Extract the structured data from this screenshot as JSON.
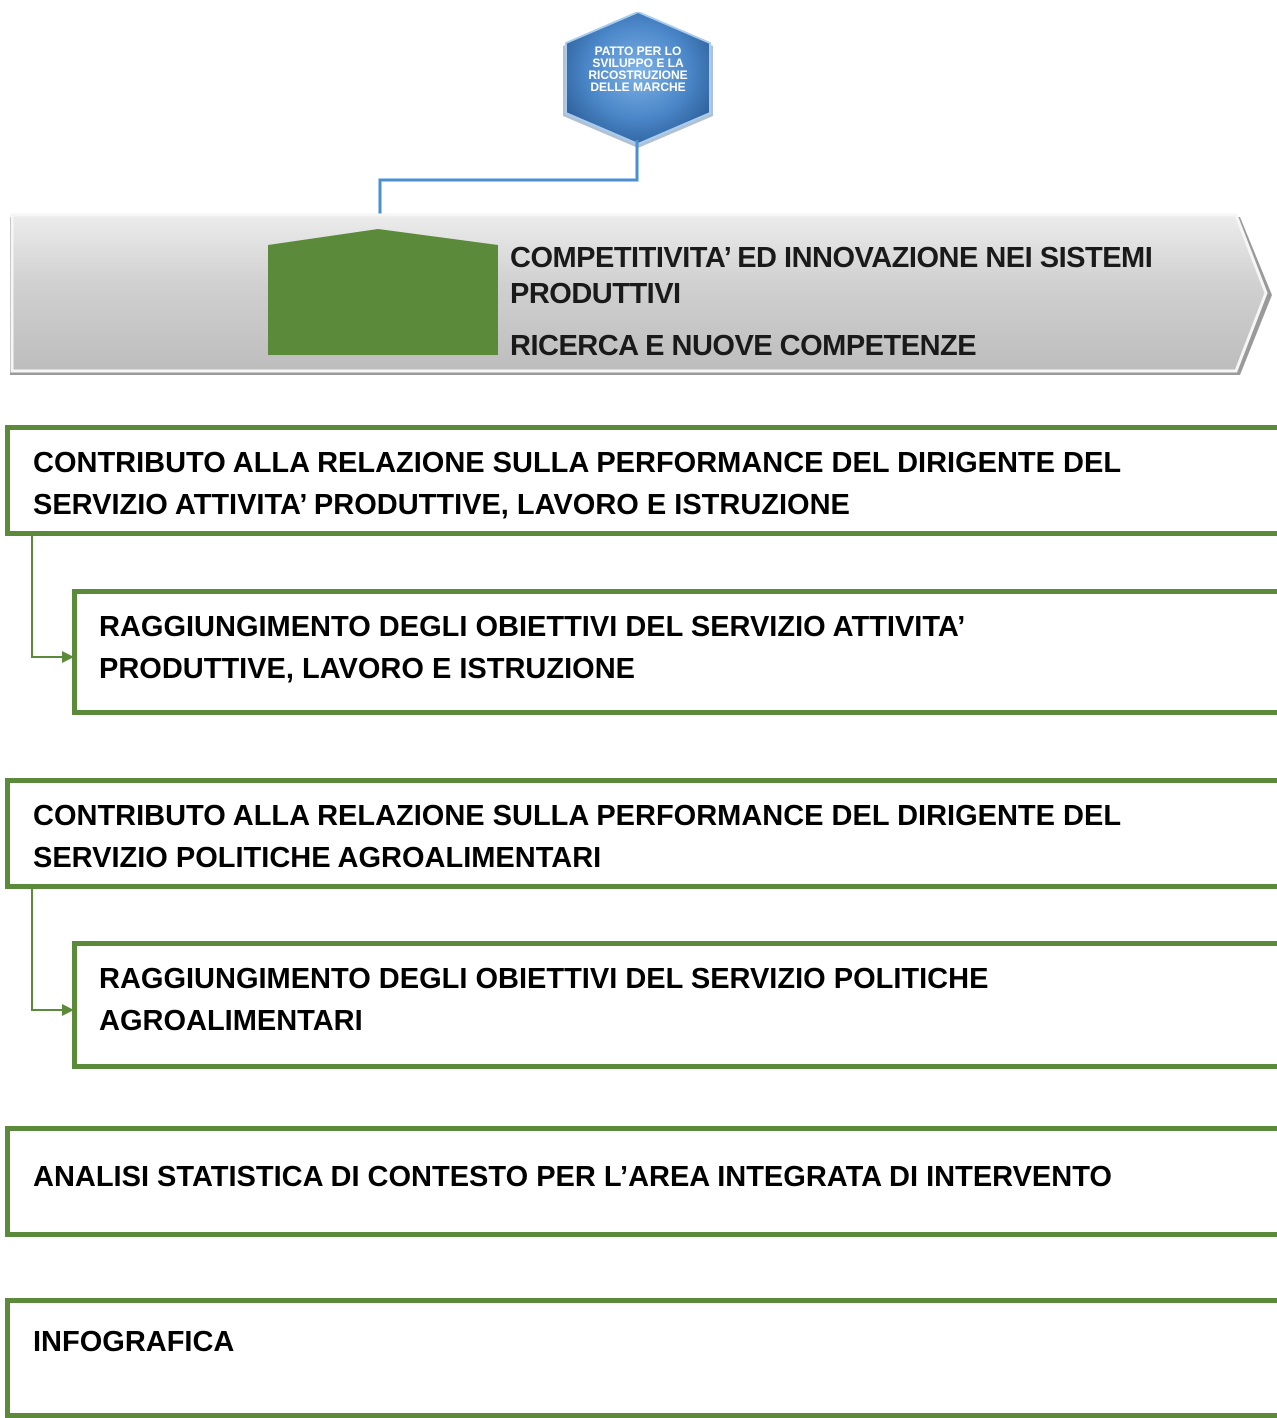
{
  "hexagon": {
    "lines": [
      "PATTO PER LO",
      "SVILUPPO E LA",
      "RICOSTRUZIONE",
      "DELLE  MARCHE"
    ]
  },
  "banner": {
    "line1": "COMPETITIVITA’ ED INNOVAZIONE NEI SISTEMI",
    "line2": "PRODUTTIVI",
    "line3": "RICERCA E NUOVE COMPETENZE"
  },
  "boxes": [
    {
      "line1": "CONTRIBUTO ALLA RELAZIONE SULLA PERFORMANCE DEL DIRIGENTE DEL",
      "line2": "SERVIZIO ATTIVITA’ PRODUTTIVE, LAVORO E ISTRUZIONE"
    },
    {
      "line1": "RAGGIUNGIMENTO DEGLI OBIETTIVI DEL SERVIZIO ATTIVITA’",
      "line2": "PRODUTTIVE, LAVORO E ISTRUZIONE"
    },
    {
      "line1": "CONTRIBUTO ALLA RELAZIONE SULLA PERFORMANCE DEL DIRIGENTE DEL",
      "line2": "SERVIZIO POLITICHE AGROALIMENTARI"
    },
    {
      "line1": "RAGGIUNGIMENTO DEGLI OBIETTIVI DEL SERVIZIO POLITICHE",
      "line2": "AGROALIMENTARI"
    },
    {
      "line1": "ANALISI STATISTICA DI CONTESTO PER L’AREA INTEGRATA DI INTERVENTO"
    },
    {
      "line1": "INFOGRAFICA"
    }
  ],
  "colors": {
    "green": "#5b8a3a",
    "hex_blue": "#4a86c8",
    "connector_blue": "#4a90d0",
    "banner_grey": "#d4d4d4"
  }
}
